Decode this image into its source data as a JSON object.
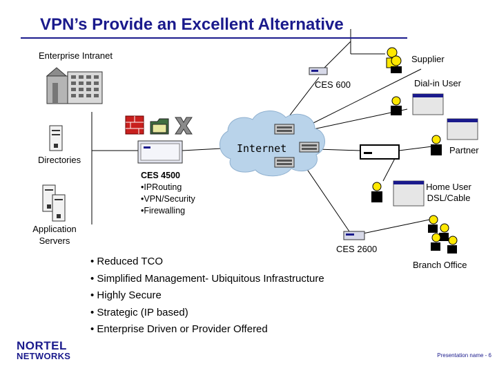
{
  "title": "VPN’s Provide an Excellent Alternative",
  "labels": {
    "enterprise_intranet": "Enterprise Intranet",
    "supplier": "Supplier",
    "ces600": "CES 600",
    "dialin_user": "Dial-in User",
    "internet": "Internet",
    "partner": "Partner",
    "directories": "Directories",
    "home_user_line1": "Home User",
    "home_user_line2": "DSL/Cable",
    "application_line1": "Application",
    "application_line2": "Servers",
    "ces2600": "CES 2600",
    "branch_office": "Branch Office"
  },
  "ces4500": {
    "heading": "CES 4500",
    "features": [
      "•IPRouting",
      "•VPN/Security",
      "•Firewalling"
    ]
  },
  "benefits": [
    "• Reduced TCO",
    "• Simplified Management- Ubiquitous Infrastructure",
    "• Highly Secure",
    "• Strategic (IP based)",
    "• Enterprise Driven or Provider Offered"
  ],
  "logo": {
    "line1": "NORTEL",
    "line2": "NETWORKS"
  },
  "footer": "Presentation name - 6",
  "colors": {
    "title": "#1a1a8c",
    "cloud": "#b9d3ea",
    "accent_red": "#c8201e"
  },
  "icons": [
    "building-icon",
    "firewall-icon",
    "folder-icon",
    "x-icon",
    "server-icon",
    "router-icon",
    "user-icon",
    "monitor-icon"
  ]
}
